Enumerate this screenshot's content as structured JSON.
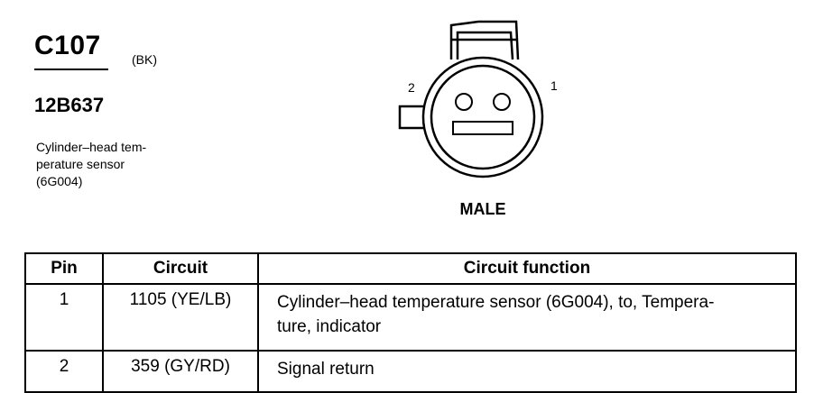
{
  "connector": {
    "id": "C107",
    "color_code": "(BK)",
    "part_number": "12B637",
    "description_lines": [
      "Cylinder–head tem-",
      "perature sensor",
      "(6G004)"
    ]
  },
  "diagram": {
    "pin_label_left": "2",
    "pin_label_right": "1",
    "view_label": "MALE"
  },
  "table": {
    "headers": {
      "pin": "Pin",
      "circuit": "Circuit",
      "function": "Circuit function"
    },
    "rows": [
      {
        "pin": "1",
        "circuit": "1105 (YE/LB)",
        "function_lines": [
          "Cylinder–head temperature sensor (6G004), to, Tempera-",
          "ture, indicator"
        ]
      },
      {
        "pin": "2",
        "circuit": "359 (GY/RD)",
        "function_lines": [
          "Signal return"
        ]
      }
    ]
  }
}
